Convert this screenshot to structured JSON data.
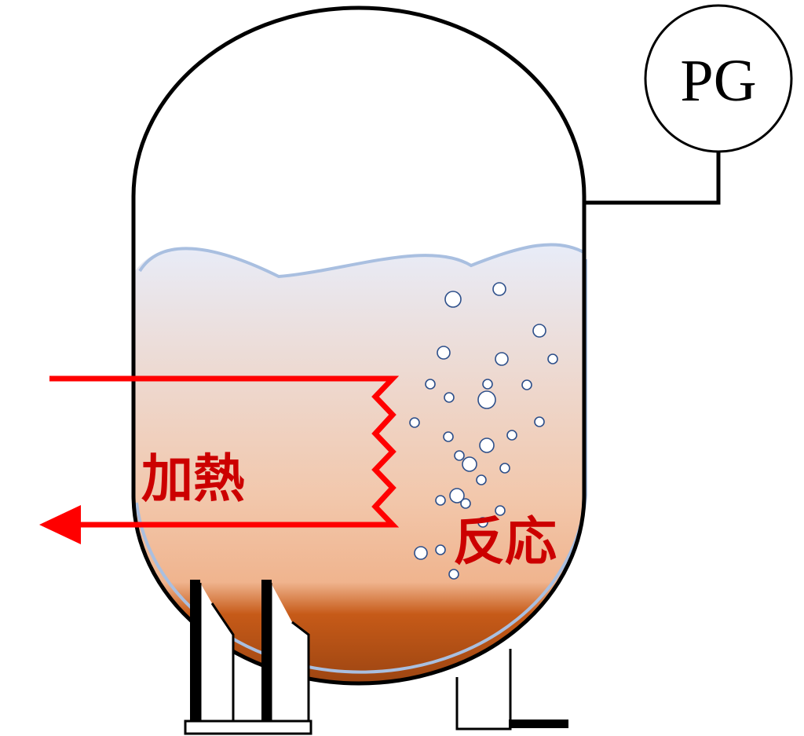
{
  "gauge": {
    "label": "PG"
  },
  "labels": {
    "heating": "加熱",
    "reaction": "反応"
  },
  "colors": {
    "heating_line": "#ff0000",
    "label_text": "#cc0000",
    "liquid_top": "#e8ecf8",
    "liquid_mid": "#f2c0a0",
    "liquid_bottom": "#9c4410",
    "liquid_edge": "#a9bfe0",
    "bubble_stroke": "#2d4f8a",
    "outline": "#000000"
  }
}
